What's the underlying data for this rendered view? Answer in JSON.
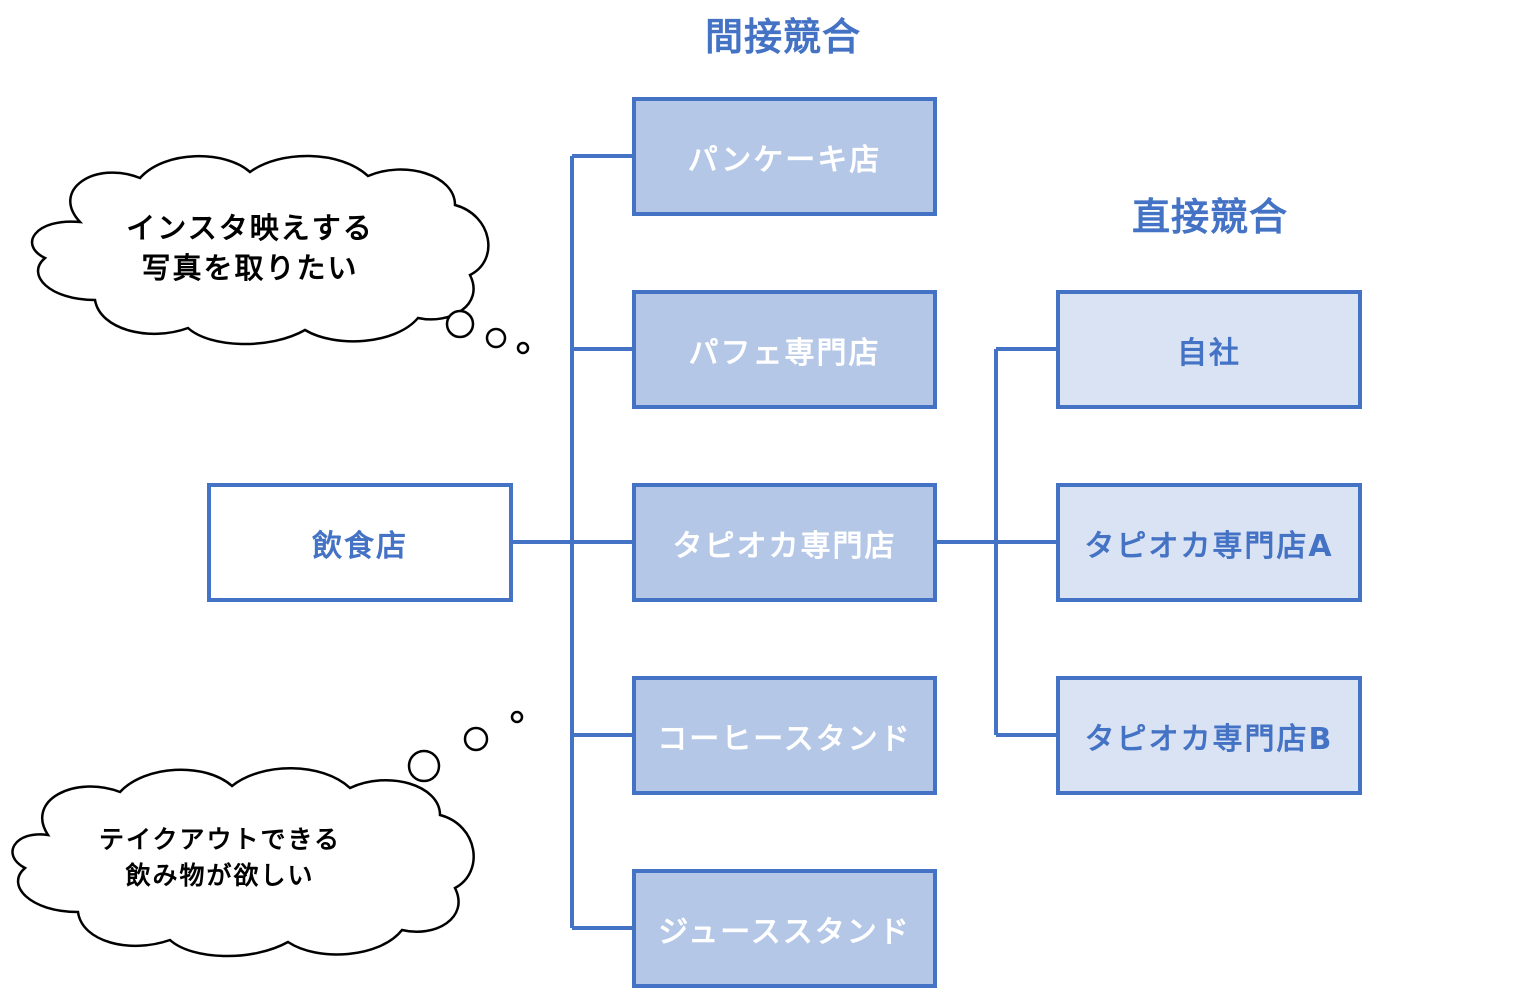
{
  "diagram": {
    "headings": {
      "indirect": "間接競合",
      "direct": "直接競合"
    },
    "root": {
      "label": "飲食店"
    },
    "indirect_items": [
      {
        "label": "パンケーキ店"
      },
      {
        "label": "パフェ専門店"
      },
      {
        "label": "タピオカ専門店"
      },
      {
        "label": "コーヒースタンド"
      },
      {
        "label": "ジューススタンド"
      }
    ],
    "direct_items": [
      {
        "label": "自社"
      },
      {
        "label": "タピオカ専門店A"
      },
      {
        "label": "タピオカ専門店B"
      }
    ],
    "thoughts": [
      {
        "line1": "インスタ映えする",
        "line2": "写真を取りたい"
      },
      {
        "line1": "テイクアウトできる",
        "line2": "飲み物が欲しい"
      }
    ],
    "colors": {
      "accent": "#4472c4",
      "mid_fill": "#b4c7e7",
      "right_fill": "#dae3f3"
    }
  }
}
